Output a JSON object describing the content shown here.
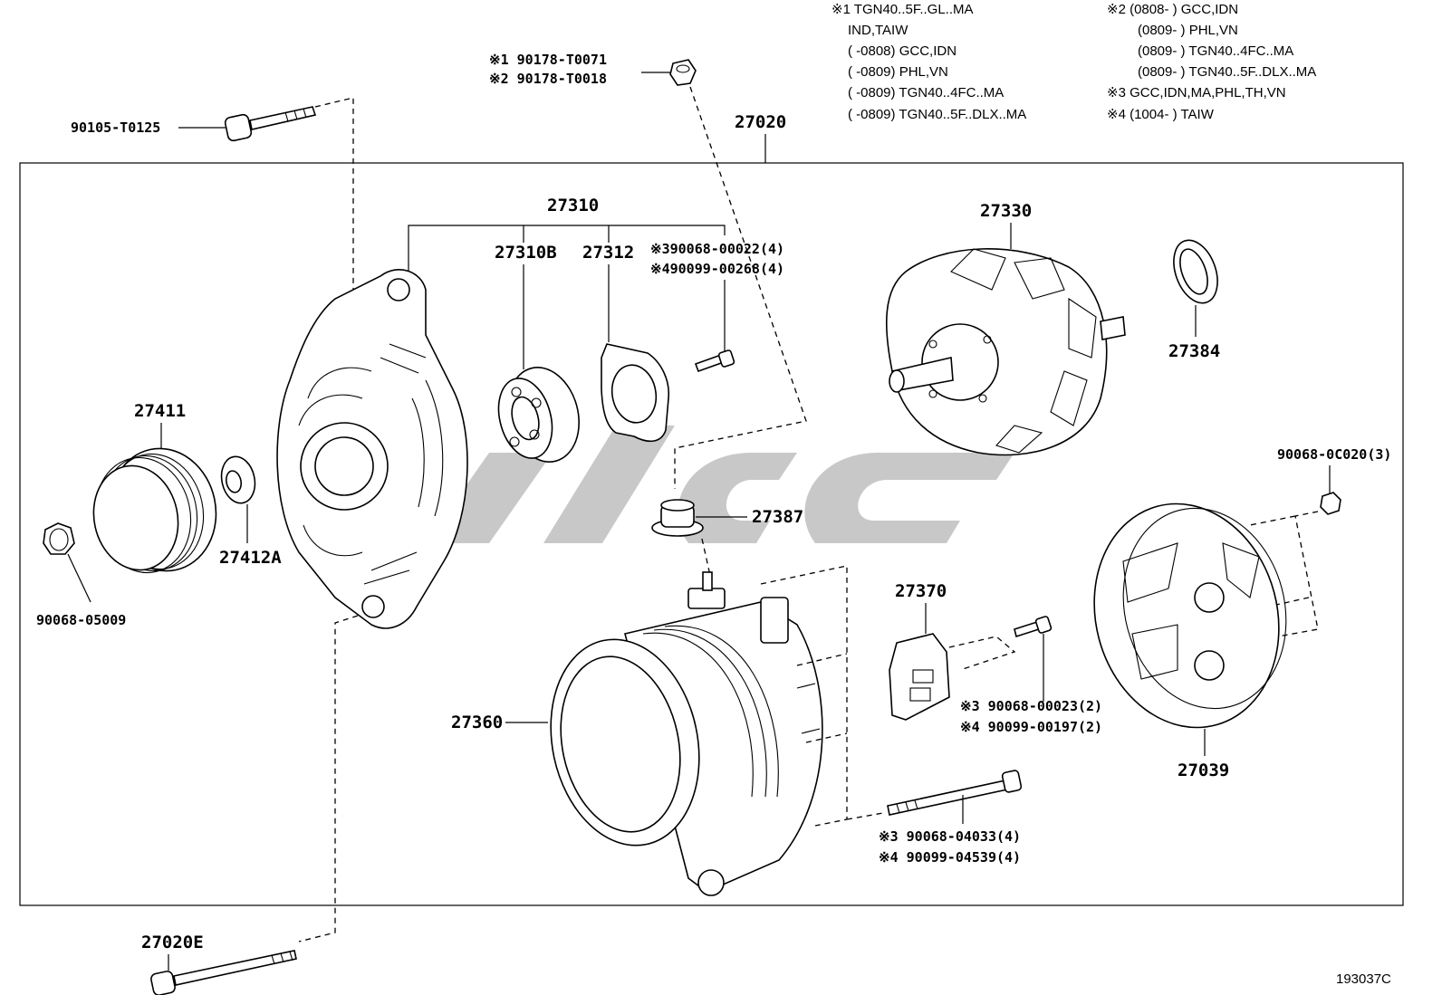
{
  "diagram": {
    "id_code": "193037C",
    "assembly_label": "27020",
    "notes_left": [
      "※1 TGN40..5F..GL..MA",
      "IND,TAIW",
      "(    -0808) GCC,IDN",
      "(    -0809) PHL,VN",
      "(    -0809) TGN40..4FC..MA",
      "(    -0809) TGN40..5F..DLX..MA"
    ],
    "notes_right": [
      "※2 (0808-     ) GCC,IDN",
      "(0809-     ) PHL,VN",
      "(0809-     ) TGN40..4FC..MA",
      "(0809-     ) TGN40..5F..DLX..MA",
      "※3 GCC,IDN,MA,PHL,TH,VN",
      "※4 (1004-     ) TAIW"
    ],
    "parts": {
      "p90105": "90105-T0125",
      "p90178a": "※1 90178-T0071",
      "p90178b": "※2 90178-T0018",
      "p27310": "27310",
      "p27310b": "27310B",
      "p27312": "27312",
      "p90068_00022": "※390068-00022(4)",
      "p90099_00268": "※490099-00268(4)",
      "p27330": "27330",
      "p27384": "27384",
      "p27411": "27411",
      "p27412a": "27412A",
      "p90068_05009": "90068-05009",
      "p27387": "27387",
      "p90068_0c020": "90068-0C020(3)",
      "p27370": "27370",
      "p90068_00023": "※3 90068-00023(2)",
      "p90099_00197": "※4 90099-00197(2)",
      "p27360": "27360",
      "p27039": "27039",
      "p90068_04033": "※3 90068-04033(4)",
      "p90099_04539": "※4 90099-04539(4)",
      "p27020e": "27020E"
    }
  }
}
